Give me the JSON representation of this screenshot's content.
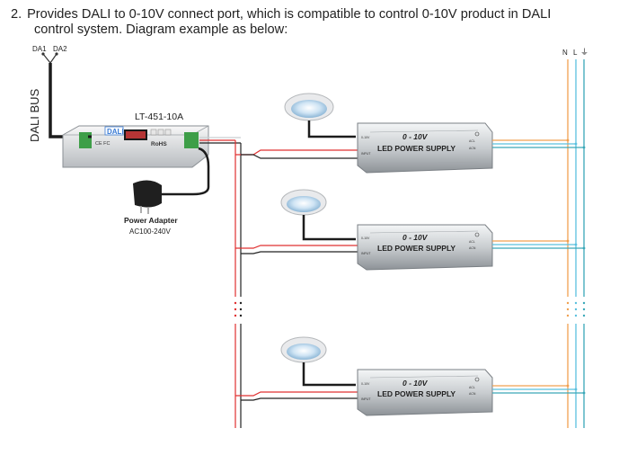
{
  "intro": {
    "number": "2.",
    "line1": "Provides DALI to 0-10V connect port, which is compatible to control 0-10V product in DALI",
    "line2": "control system. Diagram example as below:"
  },
  "dali": {
    "terminal1": "DA1",
    "terminal2": "DA2",
    "bus_label": "DALI BUS"
  },
  "controller": {
    "model": "LT-451-10A",
    "logo": "DALI",
    "rohs": "RoHS",
    "ce_fc": "CE FC"
  },
  "adapter": {
    "name": "Power Adapter",
    "spec": "AC100-240V"
  },
  "power_supply": {
    "title": "0 - 10V",
    "subtitle": "LED POWER SUPPLY",
    "in_label": "0-10V",
    "in_label2": "INPUT",
    "out_label1": "ACL",
    "out_label2": "ACN"
  },
  "mains": {
    "n": "N",
    "l": "L",
    "ground": "⏚"
  },
  "colors": {
    "neutral_wire": "#f0a050",
    "live_wire": "#5bc0de",
    "ground_wire": "#3aa8b8",
    "signal_red": "#e03030",
    "signal_black": "#222222"
  }
}
